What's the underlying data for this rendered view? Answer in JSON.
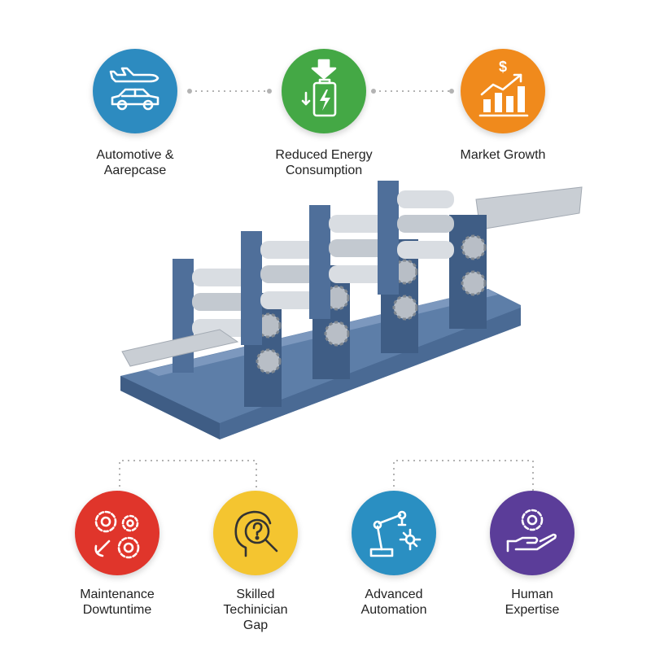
{
  "colors": {
    "blue": "#2d8bc0",
    "green": "#44a845",
    "orange": "#f08a1c",
    "red": "#e0352b",
    "yellow": "#f4c530",
    "teal": "#2a8fc2",
    "purple": "#5b3d99",
    "machine": "#4f6f9a"
  },
  "top_nodes": [
    {
      "icon": "airplane-car-icon",
      "line1": "Automotive &",
      "line2": "Aarepcase"
    },
    {
      "icon": "battery-arrow-icon",
      "line1": "Reduced Energy",
      "line2": "Consumption"
    },
    {
      "icon": "growth-chart-icon",
      "line1": "Market Growth",
      "line2": ""
    }
  ],
  "bottom_nodes": [
    {
      "icon": "gears-wrench-icon",
      "line1": "Maintenance",
      "line2": "Dowtuntime",
      "line3": ""
    },
    {
      "icon": "head-question-icon",
      "line1": "Skilled",
      "line2": "Techinician",
      "line3": "Gap"
    },
    {
      "icon": "robot-arm-icon",
      "line1": "Advanced",
      "line2": "Automation",
      "line3": ""
    },
    {
      "icon": "hand-gear-icon",
      "line1": "Human",
      "line2": "Expertise",
      "line3": ""
    }
  ],
  "center_illustration": "rolling-mill-machine"
}
